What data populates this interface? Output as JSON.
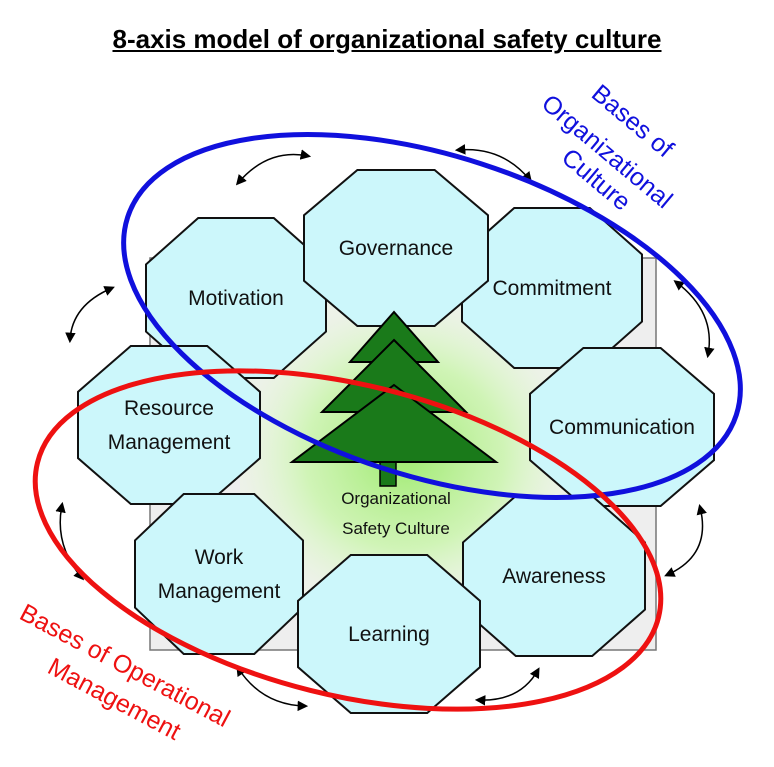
{
  "title": "8-axis model of organizational safety culture",
  "center": {
    "line1": "Organizational",
    "line2": "Safety Culture"
  },
  "axes": [
    {
      "id": "motivation",
      "lines": [
        "Motivation"
      ]
    },
    {
      "id": "governance",
      "lines": [
        "Governance"
      ]
    },
    {
      "id": "commitment",
      "lines": [
        "Commitment"
      ]
    },
    {
      "id": "resource-management",
      "lines": [
        "Resource",
        "Management"
      ]
    },
    {
      "id": "communication",
      "lines": [
        "Communication"
      ]
    },
    {
      "id": "work-management",
      "lines": [
        "Work",
        "Management"
      ]
    },
    {
      "id": "awareness",
      "lines": [
        "Awareness"
      ]
    },
    {
      "id": "learning",
      "lines": [
        "Learning"
      ]
    }
  ],
  "groups": {
    "organizational_culture": {
      "lines": [
        "Bases of",
        "Organizational",
        "Culture"
      ],
      "color": "#1010dd"
    },
    "operational_management": {
      "lines": [
        "Bases of Operational",
        "Management"
      ],
      "color": "#ee1111"
    }
  },
  "colors": {
    "octagon_fill": "#ccf7fb",
    "tree": "#1a7a1a",
    "glow": "#aef07e"
  }
}
